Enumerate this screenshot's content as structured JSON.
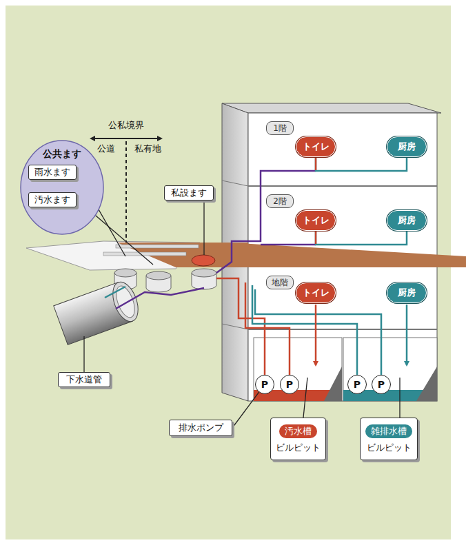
{
  "diagram": {
    "nodes": [
      {
        "text": [
          "公共ます"
        ]
      },
      {
        "text": [
          "雨水ます"
        ],
        "in": 0
      },
      {
        "text": [
          "汚水ます"
        ],
        "in": 0
      },
      {
        "text": [
          "1階"
        ]
      },
      {
        "text": [
          "トイレ"
        ]
      },
      {
        "text": [
          "厨房"
        ]
      },
      {
        "text": [
          "私設ます"
        ]
      },
      {
        "text": [
          "2階"
        ]
      },
      {
        "text": [
          "トイレ"
        ]
      },
      {
        "text": [
          "厨房"
        ]
      },
      {
        "text": [
          "地階"
        ]
      },
      {
        "text": [
          "トイレ"
        ]
      },
      {
        "text": [
          "厨房"
        ]
      },
      {
        "text": [
          "P"
        ]
      },
      {
        "text": [
          "P"
        ]
      },
      {
        "text": [
          "P"
        ]
      },
      {
        "text": [
          "P"
        ]
      },
      {
        "text": [
          "下水道管"
        ]
      },
      {
        "text": [
          "排水ポンプ"
        ]
      },
      {
        "text": [
          "汚水槽",
          "ビルピット"
        ]
      },
      {
        "text": [
          "雑排水槽",
          "ビルピット"
        ]
      }
    ],
    "edges": [
      {
        "from": 4,
        "to": 5,
        "arrow": "none"
      },
      {
        "from": 8,
        "to": 9,
        "arrow": "none"
      },
      {
        "from": 18,
        "to": 13,
        "arrow": "none"
      }
    ],
    "labels": [
      "公私境界",
      "公道",
      "私有地"
    ]
  }
}
